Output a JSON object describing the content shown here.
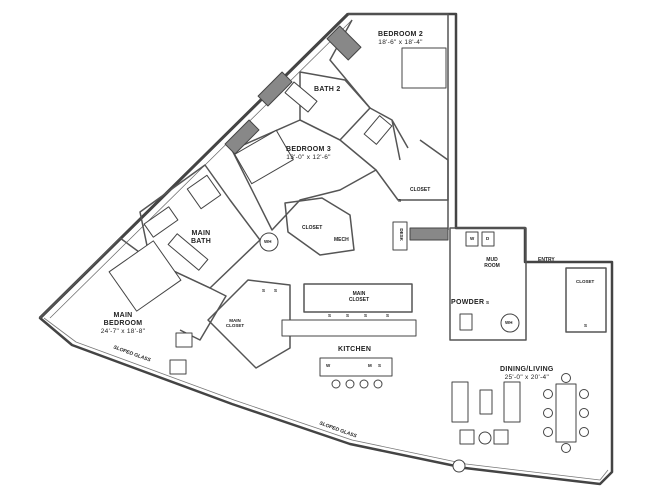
{
  "rooms": {
    "bedroom2": {
      "name": "BEDROOM 2",
      "dims": "18'-6\" x 18'-4\""
    },
    "bath2": {
      "name": "BATH 2"
    },
    "bedroom3": {
      "name": "BEDROOM 3",
      "dims": "13'-0\" x 12'-6\""
    },
    "closet_b2": {
      "name": "CLOSET"
    },
    "main_bath": {
      "name": "MAIN BATH"
    },
    "closet_b3": {
      "name": "CLOSET"
    },
    "mech": {
      "name": "MECH"
    },
    "desk": {
      "name": "DESK"
    },
    "mud_room": {
      "name": "MUD ROOM"
    },
    "entry": {
      "name": "ENTRY"
    },
    "closet_entry": {
      "name": "CLOSET"
    },
    "main_bedroom": {
      "name": "MAIN BEDROOM",
      "dims": "24'-7\" x 18'-8\""
    },
    "main_closet_left": {
      "name": "MAIN CLOSET"
    },
    "main_closet_top": {
      "name": "MAIN CLOSET"
    },
    "powder": {
      "name": "POWDER"
    },
    "kitchen": {
      "name": "KITCHEN"
    },
    "dining_living": {
      "name": "DINING/LIVING",
      "dims": "25'-0\" x 20'-4\""
    }
  },
  "fixtures": {
    "wh": "WH",
    "w": "W",
    "d": "D",
    "s": "S",
    "m": "M"
  },
  "annotations": {
    "sloped_glass_1": "SLOPED GLASS",
    "sloped_glass_2": "SLOPED GLASS"
  },
  "colors": {
    "wall": "#4a4a4a",
    "wall_fill": "#888888",
    "line": "#333333",
    "background": "#ffffff"
  }
}
